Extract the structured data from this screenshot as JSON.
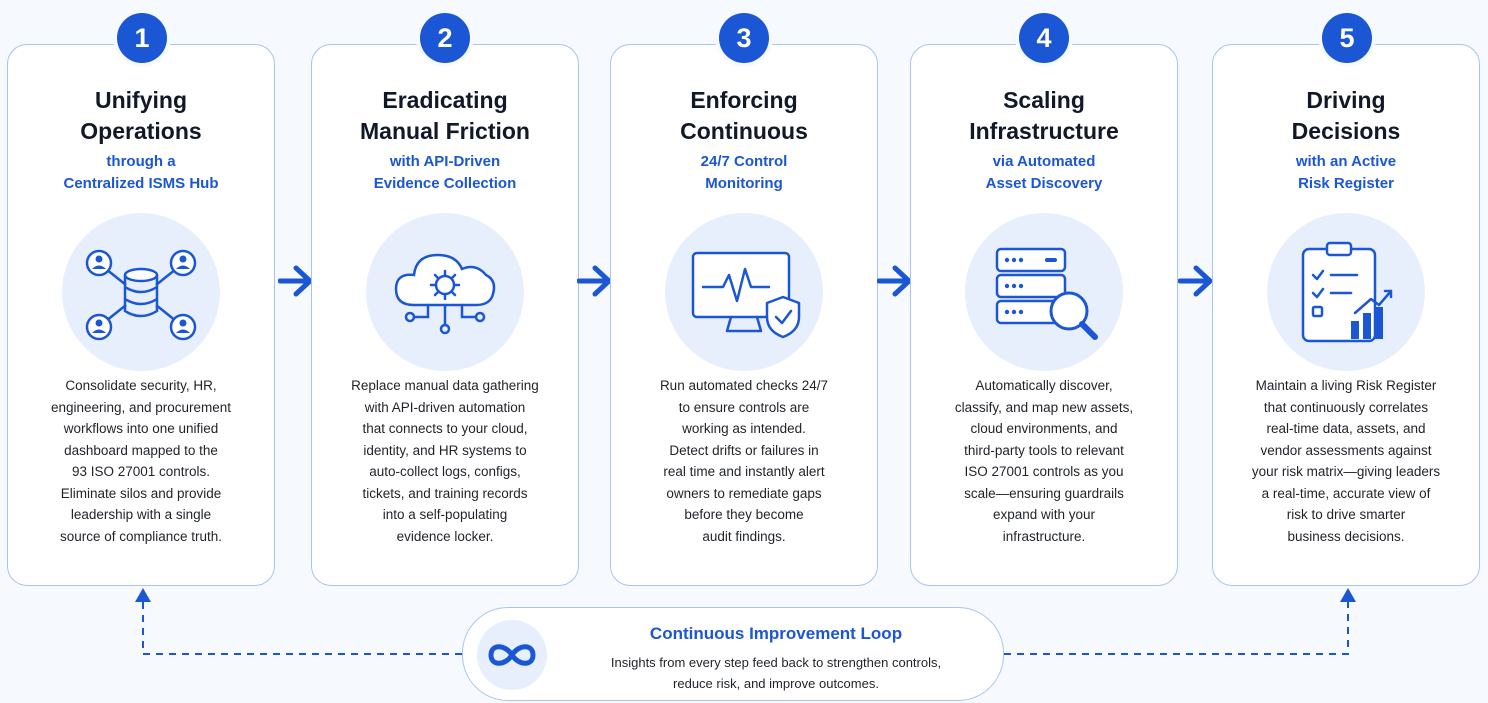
{
  "steps": [
    {
      "number": "1",
      "title": "Unifying\nOperations",
      "subtitle": "through a\nCentralized ISMS Hub",
      "icon": "database-users-icon",
      "body": "Consolidate security, HR,\nengineering, and procurement\nworkflows into one unified\ndashboard mapped to the\n93 ISO 27001 controls.\nEliminate silos and provide\nleadership with a single\nsource of compliance truth."
    },
    {
      "number": "2",
      "title": "Eradicating\nManual Friction",
      "subtitle": "with API-Driven\nEvidence Collection",
      "icon": "cloud-gear-icon",
      "body": "Replace manual data gathering\nwith API-driven automation\nthat connects to your cloud,\nidentity, and HR systems to\nauto-collect logs, configs,\ntickets, and training records\ninto a self-populating\nevidence locker."
    },
    {
      "number": "3",
      "title": "Enforcing\nContinuous",
      "subtitle": "24/7 Control\nMonitoring",
      "icon": "monitor-shield-icon",
      "body": "Run automated checks 24/7\nto ensure controls are\nworking as intended.\nDetect drifts or failures in\nreal time and instantly alert\nowners to remediate gaps\nbefore they become\naudit findings."
    },
    {
      "number": "4",
      "title": "Scaling\nInfrastructure",
      "subtitle": "via Automated\nAsset Discovery",
      "icon": "server-search-icon",
      "body": "Automatically discover,\nclassify, and map new assets,\ncloud environments, and\nthird-party tools to relevant\nISO 27001 controls as you\nscale—ensuring guardrails\nexpand with your\ninfrastructure."
    },
    {
      "number": "5",
      "title": "Driving\nDecisions",
      "subtitle": "with an Active\nRisk Register",
      "icon": "clipboard-chart-icon",
      "body": "Maintain a living Risk Register\nthat continuously correlates\nreal-time data, assets, and\nvendor assessments against\nyour risk matrix—giving leaders\na real-time, accurate view of\nrisk to drive smarter\nbusiness decisions."
    }
  ],
  "loop": {
    "title": "Continuous Improvement Loop",
    "text": "Insights from every step feed back to strengthen controls,\nreduce risk, and improve outcomes.",
    "icon": "infinity-icon"
  },
  "colors": {
    "accent": "#1b56d4",
    "card_border": "#a9c3f0",
    "icon_bg": "#e7effc",
    "page_bg": "#f6f9fe"
  }
}
